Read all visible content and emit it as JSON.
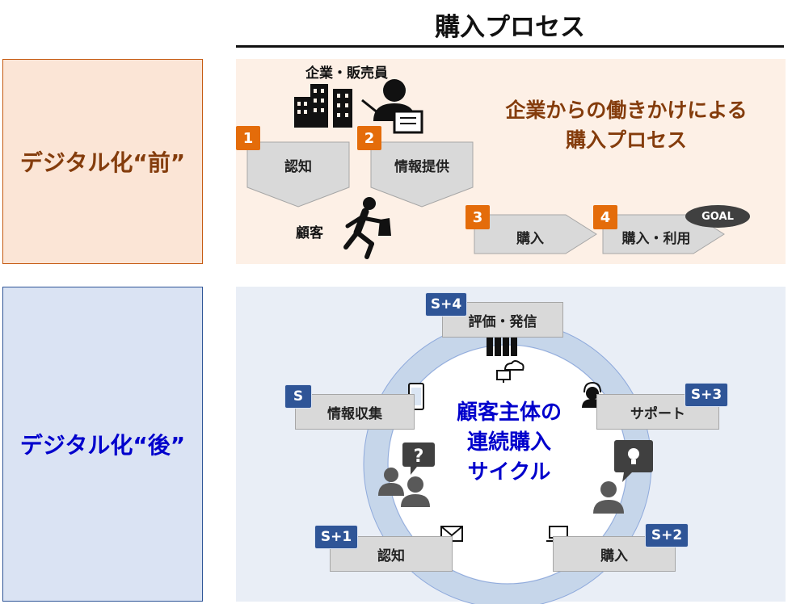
{
  "title": "購入プロセス",
  "before": {
    "side_label": "デジタル化“前”",
    "headline_line1": "企業からの働きかけによる",
    "headline_line2": "購入プロセス",
    "company_label": "企業・販売員",
    "customer_label": "顧客",
    "steps": [
      {
        "num": "1",
        "label": "認知"
      },
      {
        "num": "2",
        "label": "情報提供"
      },
      {
        "num": "3",
        "label": "購入"
      },
      {
        "num": "4",
        "label": "購入・利用"
      }
    ],
    "goal": "GOAL"
  },
  "after": {
    "side_label": "デジタル化“後”",
    "center_line1": "顧客主体の",
    "center_line2": "連続購入",
    "center_line3": "サイクル",
    "stages": [
      {
        "badge": "S",
        "label": "情報収集"
      },
      {
        "badge": "S+1",
        "label": "認知"
      },
      {
        "badge": "S+2",
        "label": "購入"
      },
      {
        "badge": "S+3",
        "label": "サポート"
      },
      {
        "badge": "S+4",
        "label": "評価・発信"
      }
    ]
  },
  "colors": {
    "orange_accent": "#e46c0a",
    "brown_text": "#843c0c",
    "blue_badge": "#2f5597",
    "blue_text": "#0000cc"
  }
}
